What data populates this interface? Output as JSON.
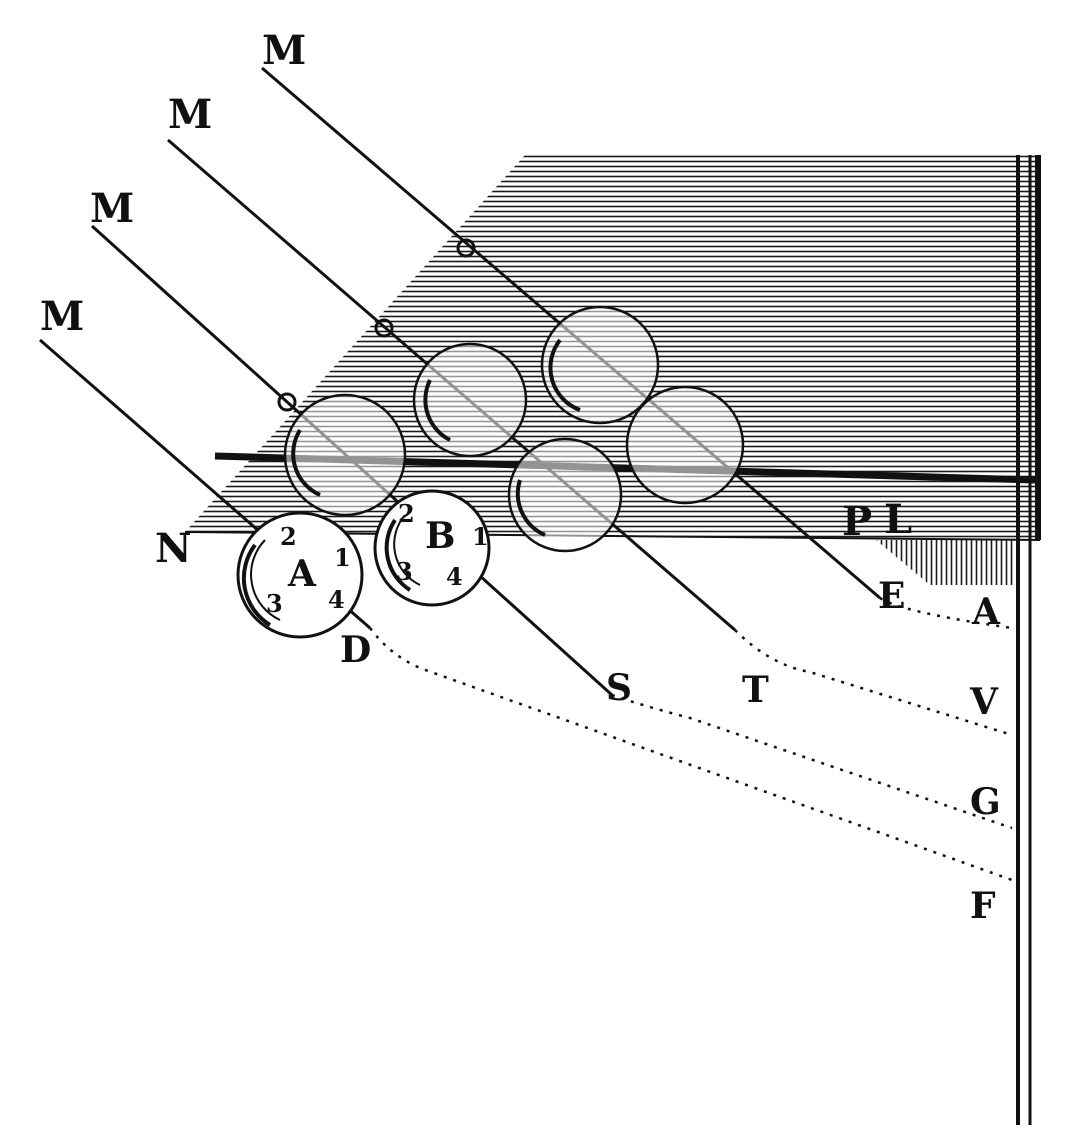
{
  "diagram": {
    "ink_color": "#111111",
    "paper_color": "#ffffff",
    "labels": {
      "ray_1": "M",
      "ray_2": "M",
      "ray_3": "M",
      "ray_4": "M",
      "N": "N",
      "P": "P",
      "L": "L",
      "E": "E",
      "A_right": "A",
      "V": "V",
      "G": "G",
      "F": "F",
      "T": "T",
      "S": "S",
      "D": "D",
      "ball_A": "A",
      "ball_B": "B",
      "ball_A_mark_1": "1",
      "ball_A_mark_2": "2",
      "ball_A_mark_3": "3",
      "ball_A_mark_4": "4",
      "ball_B_mark_1": "1",
      "ball_B_mark_2": "2",
      "ball_B_mark_3": "3",
      "ball_B_mark_4": "4"
    }
  }
}
